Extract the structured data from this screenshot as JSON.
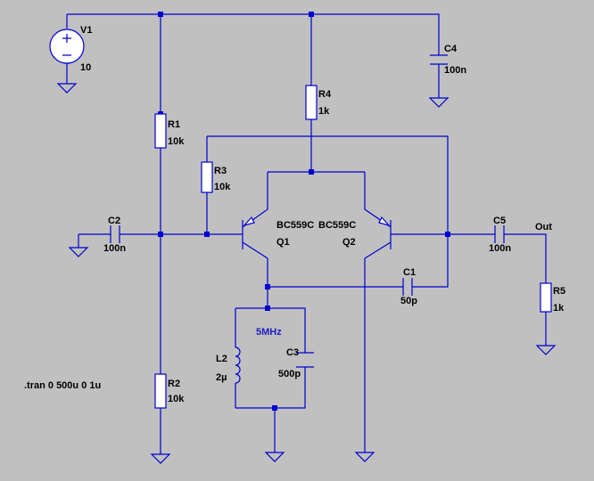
{
  "components": {
    "V1": {
      "name": "V1",
      "value": "10"
    },
    "R1": {
      "name": "R1",
      "value": "10k"
    },
    "R2": {
      "name": "R2",
      "value": "10k"
    },
    "R3": {
      "name": "R3",
      "value": "10k"
    },
    "R4": {
      "name": "R4",
      "value": "1k"
    },
    "R5": {
      "name": "R5",
      "value": "1k"
    },
    "C1": {
      "name": "C1",
      "value": "50p"
    },
    "C2": {
      "name": "C2",
      "value": "100n"
    },
    "C3": {
      "name": "C3",
      "value": "500p"
    },
    "C4": {
      "name": "C4",
      "value": "100n"
    },
    "C5": {
      "name": "C5",
      "value": "100n"
    },
    "L2": {
      "name": "L2",
      "value": "2µ"
    },
    "Q1": {
      "name": "Q1",
      "value": "BC559C"
    },
    "Q2": {
      "name": "Q2",
      "value": "BC559C"
    }
  },
  "net_labels": {
    "out": "Out"
  },
  "comment": "5MHz",
  "directive": ".tran 0 500u 0 1u",
  "colors": {
    "background": "#c0c0c0",
    "wire": "#0000d0",
    "text": "#000000",
    "comment": "#2020c0"
  }
}
